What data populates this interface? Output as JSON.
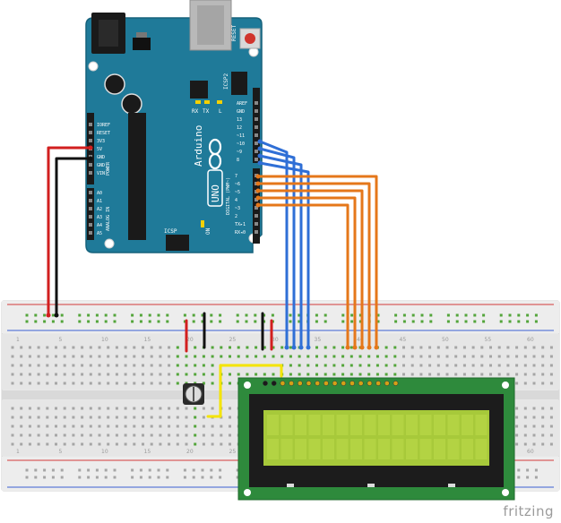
{
  "colors": {
    "board": "#1f7a99",
    "board_edge": "#16627c",
    "breadboard": "#e6e6e6",
    "wire_red": "#d21f1f",
    "wire_black": "#111111",
    "wire_blue": "#2f6fd6",
    "wire_orange": "#e5771a",
    "wire_yellow": "#f4e400",
    "lcd_pcb": "#2e8a3c",
    "lcd_screen": "#a7c93a",
    "rail_red": "#d33a3a",
    "rail_blue": "#3a5ed3",
    "hole_green": "#53a53a"
  },
  "arduino": {
    "brand": "Arduino",
    "model": "UNO",
    "reset_label": "RESET",
    "icsp_label": "ICSP",
    "icsp2_label": "ICSP2",
    "on_label": "ON",
    "l_label": "L",
    "tx_label": "TX",
    "rx_label": "RX",
    "digital_label": "DIGITAL (PWM~)",
    "power_label": "POWER",
    "analog_label": "ANALOG IN",
    "power_pins": [
      "IOREF",
      "RESET",
      "3V3",
      "5V",
      "GND",
      "GND",
      "VIN"
    ],
    "analog_pins": [
      "A0",
      "A1",
      "A2",
      "A3",
      "A4",
      "A5"
    ],
    "top_header_pins": [
      "AREF",
      "GND",
      "13",
      "12",
      "~11",
      "~10",
      "~9",
      "8"
    ],
    "bottom_header_pins": [
      "7",
      "~6",
      "~5",
      "4",
      "~3",
      "2",
      "TX▸1",
      "RX◂0"
    ]
  },
  "breadboard": {
    "column_numbers": [
      "1",
      "5",
      "10",
      "15",
      "20",
      "25",
      "30",
      "35",
      "40",
      "45",
      "50",
      "55",
      "60"
    ]
  },
  "components": {
    "potentiometer": "potentiometer",
    "lcd": "16x2 LCD"
  },
  "watermark": "fritzing"
}
